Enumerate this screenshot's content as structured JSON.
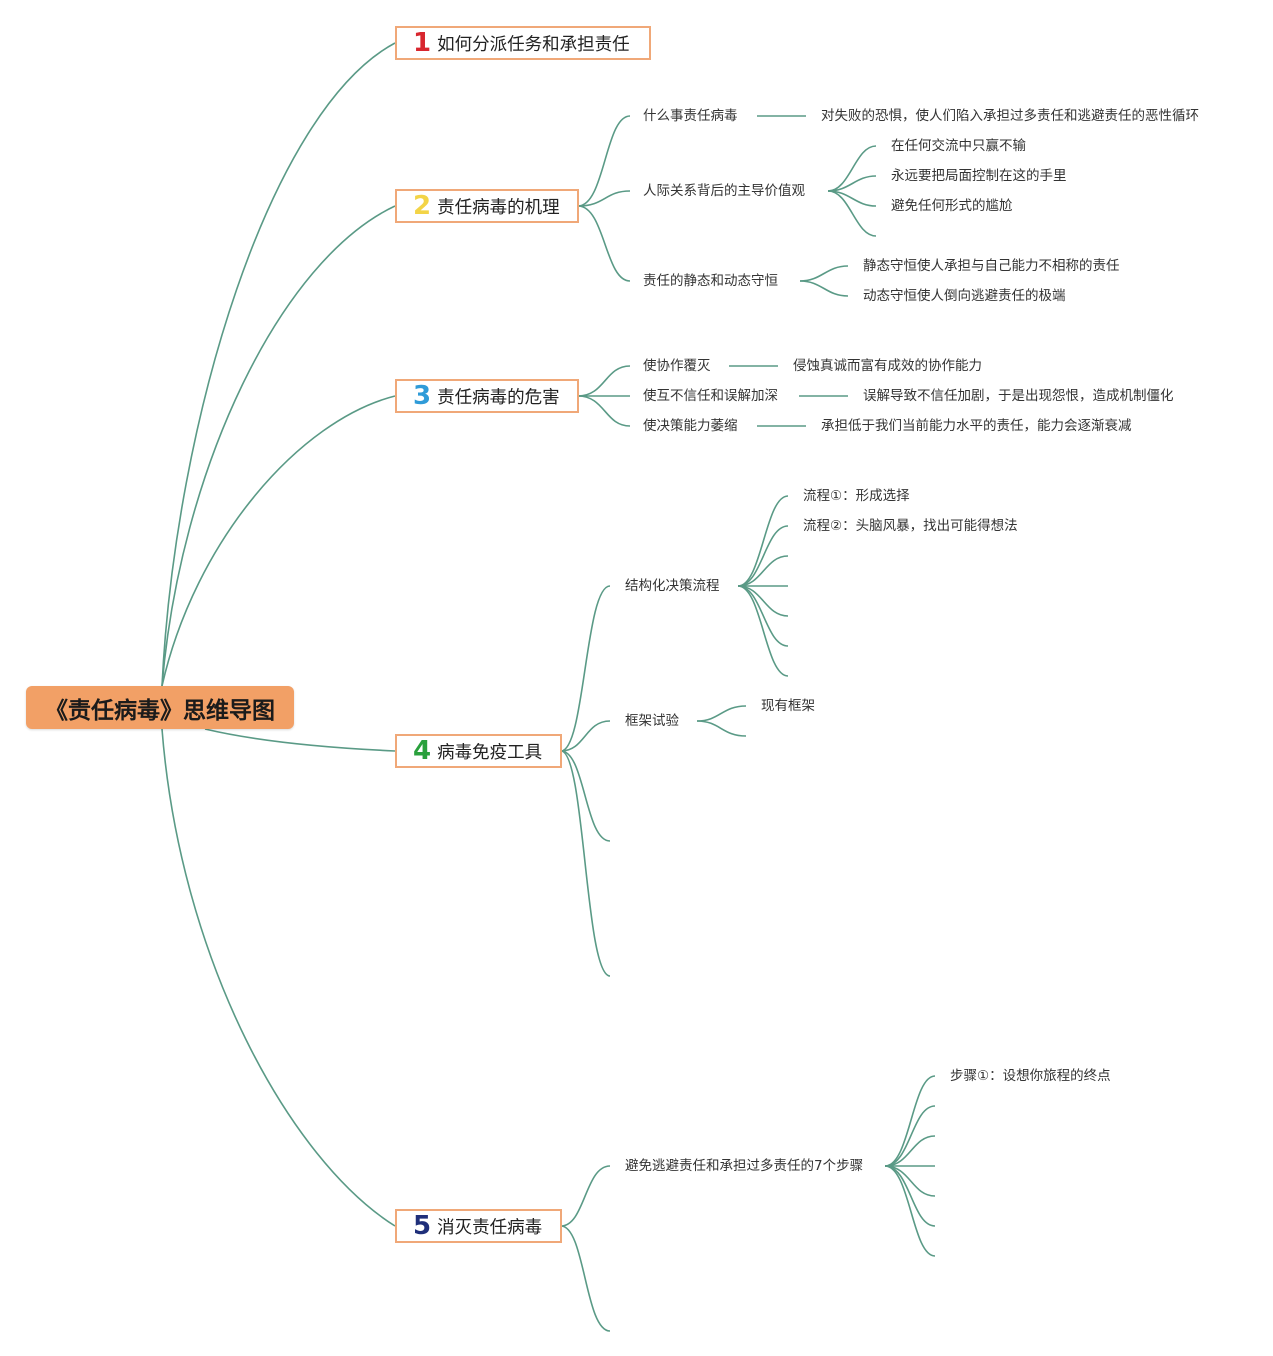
{
  "root": {
    "title": "《责任病毒》思维导图"
  },
  "colors": {
    "branch": "#5a9a86",
    "root_fill": "#f2a066",
    "topic_border": "#f0a878"
  },
  "topics": [
    {
      "num": "1",
      "num_color": "#d8262e",
      "label": "如何分派任务和承担责任"
    },
    {
      "num": "2",
      "num_color": "#f3d447",
      "label": "责任病毒的机理",
      "children": [
        {
          "label": "什么事责任病毒",
          "children": [
            "对失败的恐惧，使人们陷入承担过多责任和逃避责任的恶性循环"
          ]
        },
        {
          "label": "人际关系背后的主导价值观",
          "children": [
            "在任何交流中只赢不输",
            "永远要把局面控制在这的手里",
            "避免任何形式的尴尬"
          ]
        },
        {
          "label": "责任的静态和动态守恒",
          "children": [
            "静态守恒使人承担与自己能力不相称的责任",
            "动态守恒使人倒向逃避责任的极端"
          ]
        }
      ]
    },
    {
      "num": "3",
      "num_color": "#2f9bd8",
      "label": "责任病毒的危害",
      "children": [
        {
          "label": "使协作覆灭",
          "children": [
            "侵蚀真诚而富有成效的协作能力"
          ]
        },
        {
          "label": "使互不信任和误解加深",
          "children": [
            "误解导致不信任加剧，于是出现怨恨，造成机制僵化"
          ]
        },
        {
          "label": "使决策能力萎缩",
          "children": [
            "承担低于我们当前能力水平的责任，能力会逐渐衰减"
          ]
        }
      ]
    },
    {
      "num": "4",
      "num_color": "#29a03c",
      "label": "病毒免疫工具",
      "children": [
        {
          "label": "结构化决策流程",
          "children": [
            "流程①：形成选择",
            "流程②：头脑风暴，找出可能得想法"
          ]
        },
        {
          "label": "框架试验",
          "children": [
            "现有框架"
          ]
        }
      ]
    },
    {
      "num": "5",
      "num_color": "#1f2f7a",
      "label": "消灭责任病毒",
      "children": [
        {
          "label": "避免逃避责任和承担过多责任的7个步骤",
          "children": [
            "步骤①：设想你旅程的终点"
          ]
        }
      ]
    }
  ]
}
